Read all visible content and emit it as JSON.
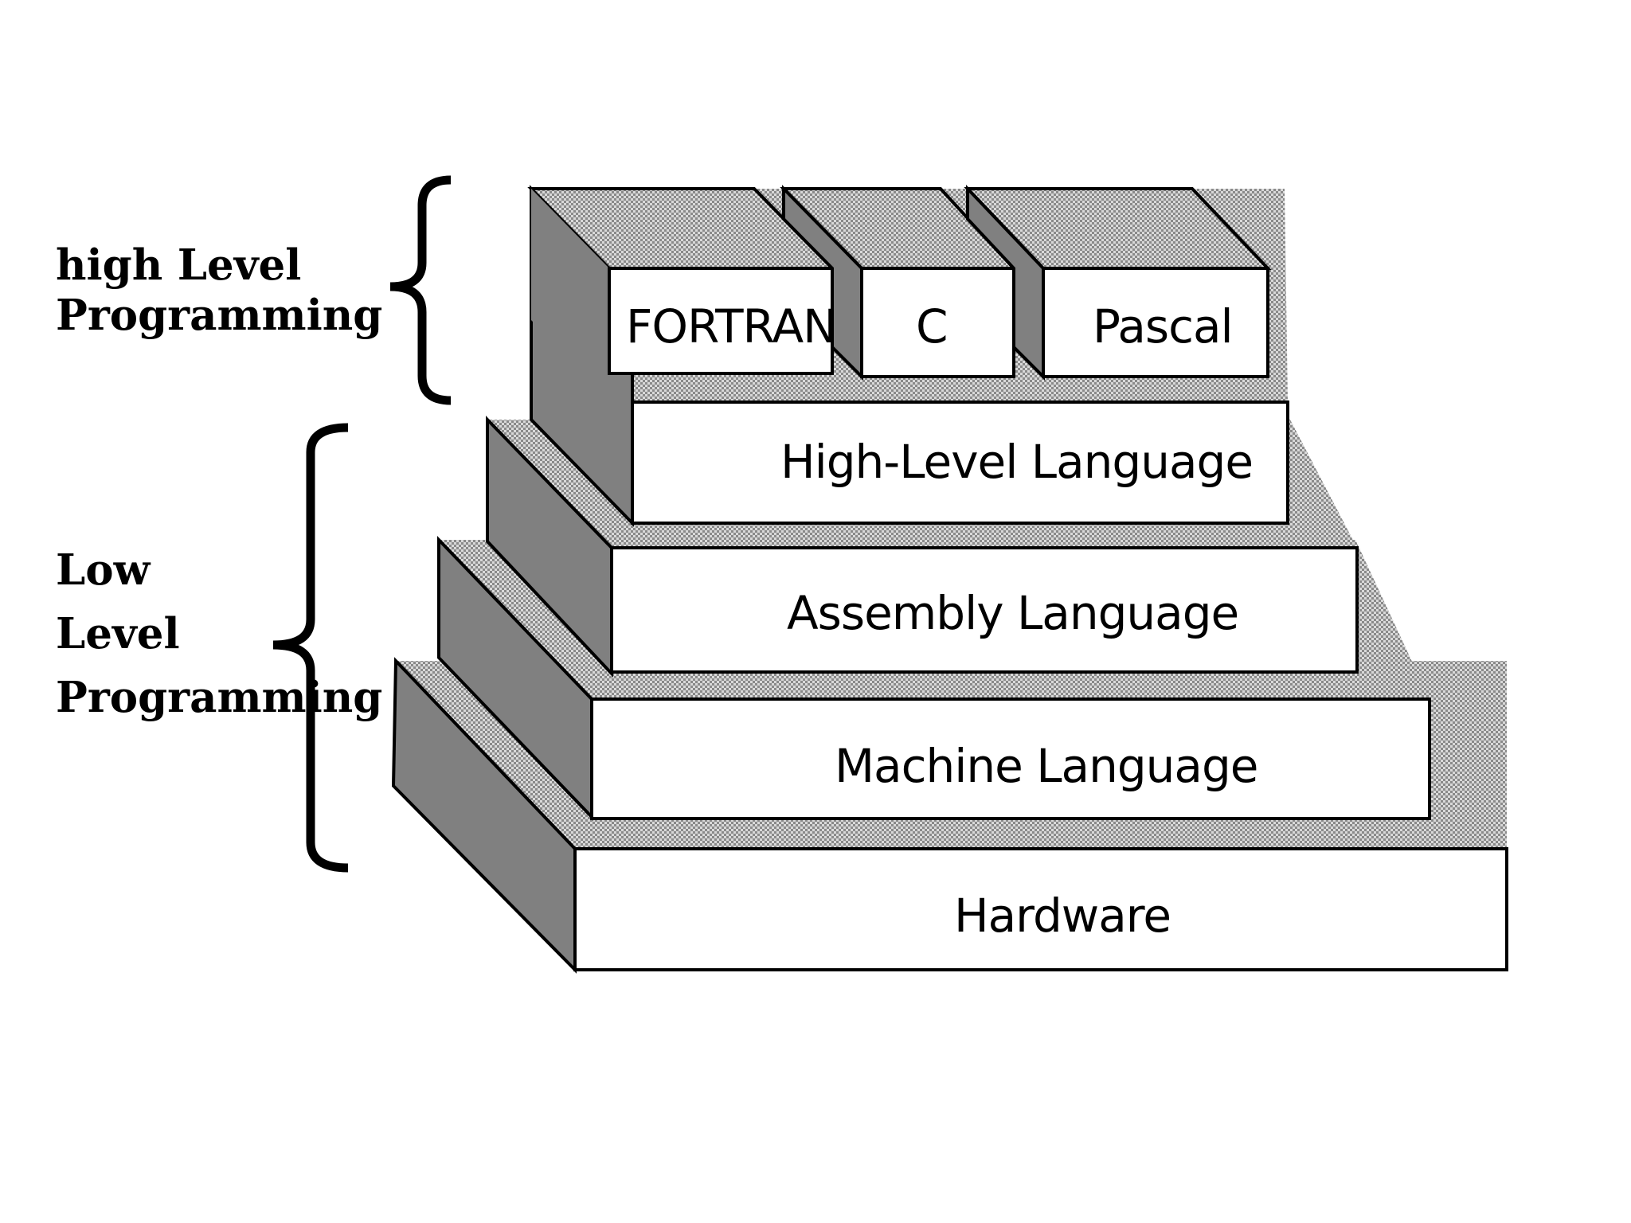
{
  "colors": {
    "background": "#ffffff",
    "box_face": "#ffffff",
    "side_shade": "#808080",
    "top_shade": "#c8c8c8",
    "outline": "#000000"
  },
  "labels": {
    "high_level_line1": "high Level",
    "high_level_line2": "Programming",
    "low_level_line1": "Low",
    "low_level_line2": "Level",
    "low_level_line3": "Programming"
  },
  "layers": {
    "hardware": "Hardware",
    "machine": "Machine Language",
    "assembly": "Assembly Language",
    "high_level": "High-Level Language"
  },
  "languages": {
    "fortran": "FORTRAN",
    "c": "C",
    "pascal": "Pascal"
  },
  "icons": {
    "bracket": "curly-brace-icon"
  }
}
